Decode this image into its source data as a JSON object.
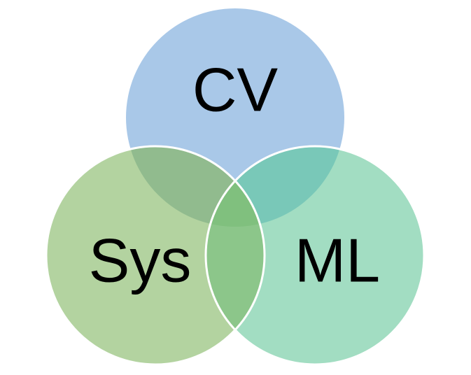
{
  "diagram": {
    "type": "venn",
    "sets": [
      {
        "id": "cv",
        "label": "CV",
        "color": "#a9c8e8"
      },
      {
        "id": "sys",
        "label": "Sys",
        "color": "#b3d3a0"
      },
      {
        "id": "ml",
        "label": "ML",
        "color": "#a2ddc2"
      }
    ],
    "overlap_colors": {
      "cv_sys": "#91bb8e",
      "cv_ml": "#79c8b8",
      "sys_ml": "#8cc68a",
      "all": "#80c07e"
    },
    "border_color": "#ffffff"
  }
}
